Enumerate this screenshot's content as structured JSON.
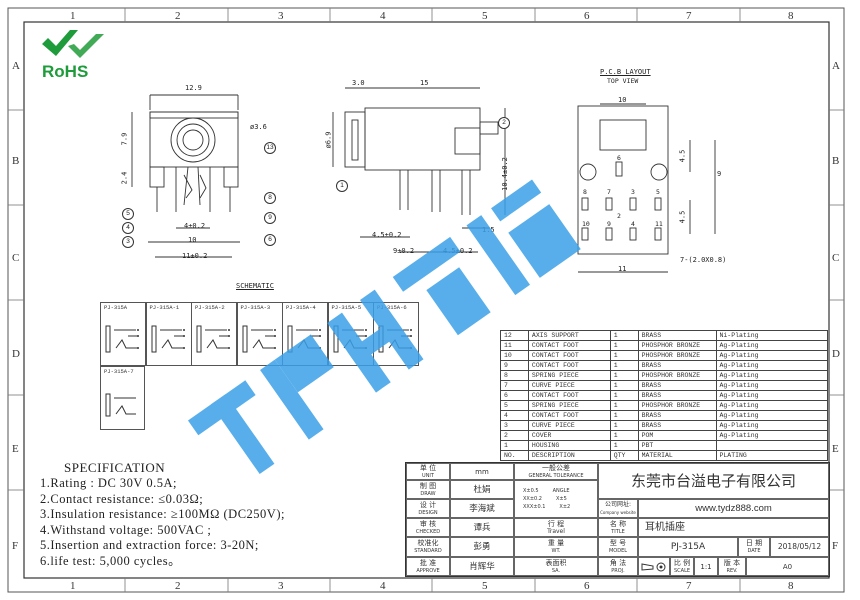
{
  "rulers": {
    "columns": [
      "1",
      "2",
      "3",
      "4",
      "5",
      "6",
      "7",
      "8"
    ],
    "rows": [
      "A",
      "B",
      "C",
      "D",
      "E",
      "F"
    ]
  },
  "logo": {
    "text": "RoHS",
    "color": "#1e9b3a"
  },
  "watermark": {
    "color": "#3aa0e8"
  },
  "drawing": {
    "dims_left": {
      "top_width": "12.9",
      "height": "7.9",
      "hole": "ø3.6",
      "pin_len": "2.4",
      "pin_pitch": "4±0.2",
      "inner": "10",
      "outer": "11±0.2"
    },
    "dims_mid": {
      "top_a": "3.0",
      "top_b": "15",
      "dia": "ø6.9",
      "height": "10.4±0.2",
      "p1": "4.5±0.2",
      "p2": "1.5",
      "p3": "9±0.2",
      "p4": "4.5±0.2"
    },
    "callouts": [
      "5",
      "4",
      "3",
      "13",
      "8",
      "9",
      "6",
      "2",
      "1"
    ],
    "pcb": {
      "title": "P.C.B LAYOUT",
      "subtitle": "TOP VIEW",
      "w_top": "10",
      "w_bot": "11",
      "h_top": "4.5",
      "h_mid": "9",
      "h_bot": "4.5",
      "holes": "7-(2.0X0.8)",
      "pins_top": [
        "6"
      ],
      "pins_row2": [
        "8",
        "7",
        "3",
        "5"
      ],
      "pins_row3": [
        "10",
        "9",
        "4",
        "11"
      ],
      "pin_mid": "2"
    }
  },
  "schematic": {
    "title": "SCHEMATIC",
    "headers": [
      "PJ-315A",
      "PJ-315A-1",
      "PJ-315A-2",
      "PJ-315A-3",
      "PJ-315A-4",
      "PJ-315A-5",
      "PJ-315A-6"
    ],
    "extra": "PJ-315A-7"
  },
  "bom": {
    "rows": [
      [
        "12",
        "AXIS SUPPORT",
        "1",
        "BRASS",
        "Ni-Plating"
      ],
      [
        "11",
        "CONTACT FOOT",
        "1",
        "PHOSPHOR BRONZE",
        "Ag-Plating"
      ],
      [
        "10",
        "CONTACT FOOT",
        "1",
        "PHOSPHOR BRONZE",
        "Ag-Plating"
      ],
      [
        "9",
        "CONTACT FOOT",
        "1",
        "BRASS",
        "Ag-Plating"
      ],
      [
        "8",
        "SPRING PIECE",
        "1",
        "PHOSPHOR BRONZE",
        "Ag-Plating"
      ],
      [
        "7",
        "CURVE PIECE",
        "1",
        "BRASS",
        "Ag-Plating"
      ],
      [
        "6",
        "CONTACT FOOT",
        "1",
        "BRASS",
        "Ag-Plating"
      ],
      [
        "5",
        "SPRING PIECE",
        "1",
        "PHOSPHOR BRONZE",
        "Ag-Plating"
      ],
      [
        "4",
        "CONTACT FOOT",
        "1",
        "BRASS",
        "Ag-Plating"
      ],
      [
        "3",
        "CURVE PIECE",
        "1",
        "BRASS",
        "Ag-Plating"
      ],
      [
        "2",
        "COVER",
        "1",
        "POM",
        "Ag-Plating"
      ],
      [
        "1",
        "HOUSING",
        "1",
        "PBT",
        ""
      ]
    ],
    "header": [
      "NO.",
      "DESCRIPTION",
      "QTY",
      "MATERIAL",
      "PLATING"
    ]
  },
  "spec": {
    "title": "SPECIFICATION",
    "items": [
      "1.Rating : DC 30V 0.5A;",
      "2.Contact resistance: ≤0.03Ω;",
      "3.Insulation resistance: ≥100MΩ (DC250V);",
      "4.Withstand voltage: 500VAC ;",
      "5.Insertion and extraction force: 3-20N;",
      "6.life test: 5,000 cycles。"
    ]
  },
  "titleblock": {
    "unit_label": "单 位",
    "unit_en": "UNIT",
    "unit_val": "mm",
    "tol_label": "一般公差",
    "tol_en": "GENERAL TOLERANCE",
    "tol1": "X±0.5",
    "tol2": "XX±0.2",
    "tol3": "XXX±0.1",
    "ang1": "ANGLE",
    "ang2": "X±5",
    "ang3": "X±2",
    "draw_label": "制 图",
    "draw_en": "DRAW",
    "draw_val": "杜娟",
    "design_label": "设 计",
    "design_en": "DESIGN",
    "design_val": "李海斌",
    "check_label": "审 核",
    "check_en": "CHECKED",
    "check_val": "谭兵",
    "std_label": "校准化",
    "std_en": "STANDARD",
    "std_val": "彭勇",
    "approve_label": "批 准",
    "approve_en": "APPROVE",
    "approve_val": "肖辉华",
    "travel_label": "行 程",
    "travel_en": "Travel",
    "wt_label": "重 量",
    "wt_en": "WT.",
    "sa_label": "表面积",
    "sa_en": "SA.",
    "company": "东莞市台溢电子有限公司",
    "website_label": "公司网址:",
    "website_en": "Company website",
    "website": "www.tydz888.com",
    "title_label": "名 称",
    "title_en": "TITLE",
    "title_val": "耳机插座",
    "model_label": "型 号",
    "model_en": "MODEL",
    "model_val": "PJ-315A",
    "date_label": "日 期",
    "date_en": "DATE",
    "date_val": "2018/05/12",
    "proj_label": "角 法",
    "proj_en": "PROJ.",
    "scale_label": "比 例",
    "scale_en": "SCALE",
    "scale_val": "1:1",
    "rev_label": "版 本",
    "rev_en": "REV.",
    "rev_val": "A0"
  }
}
